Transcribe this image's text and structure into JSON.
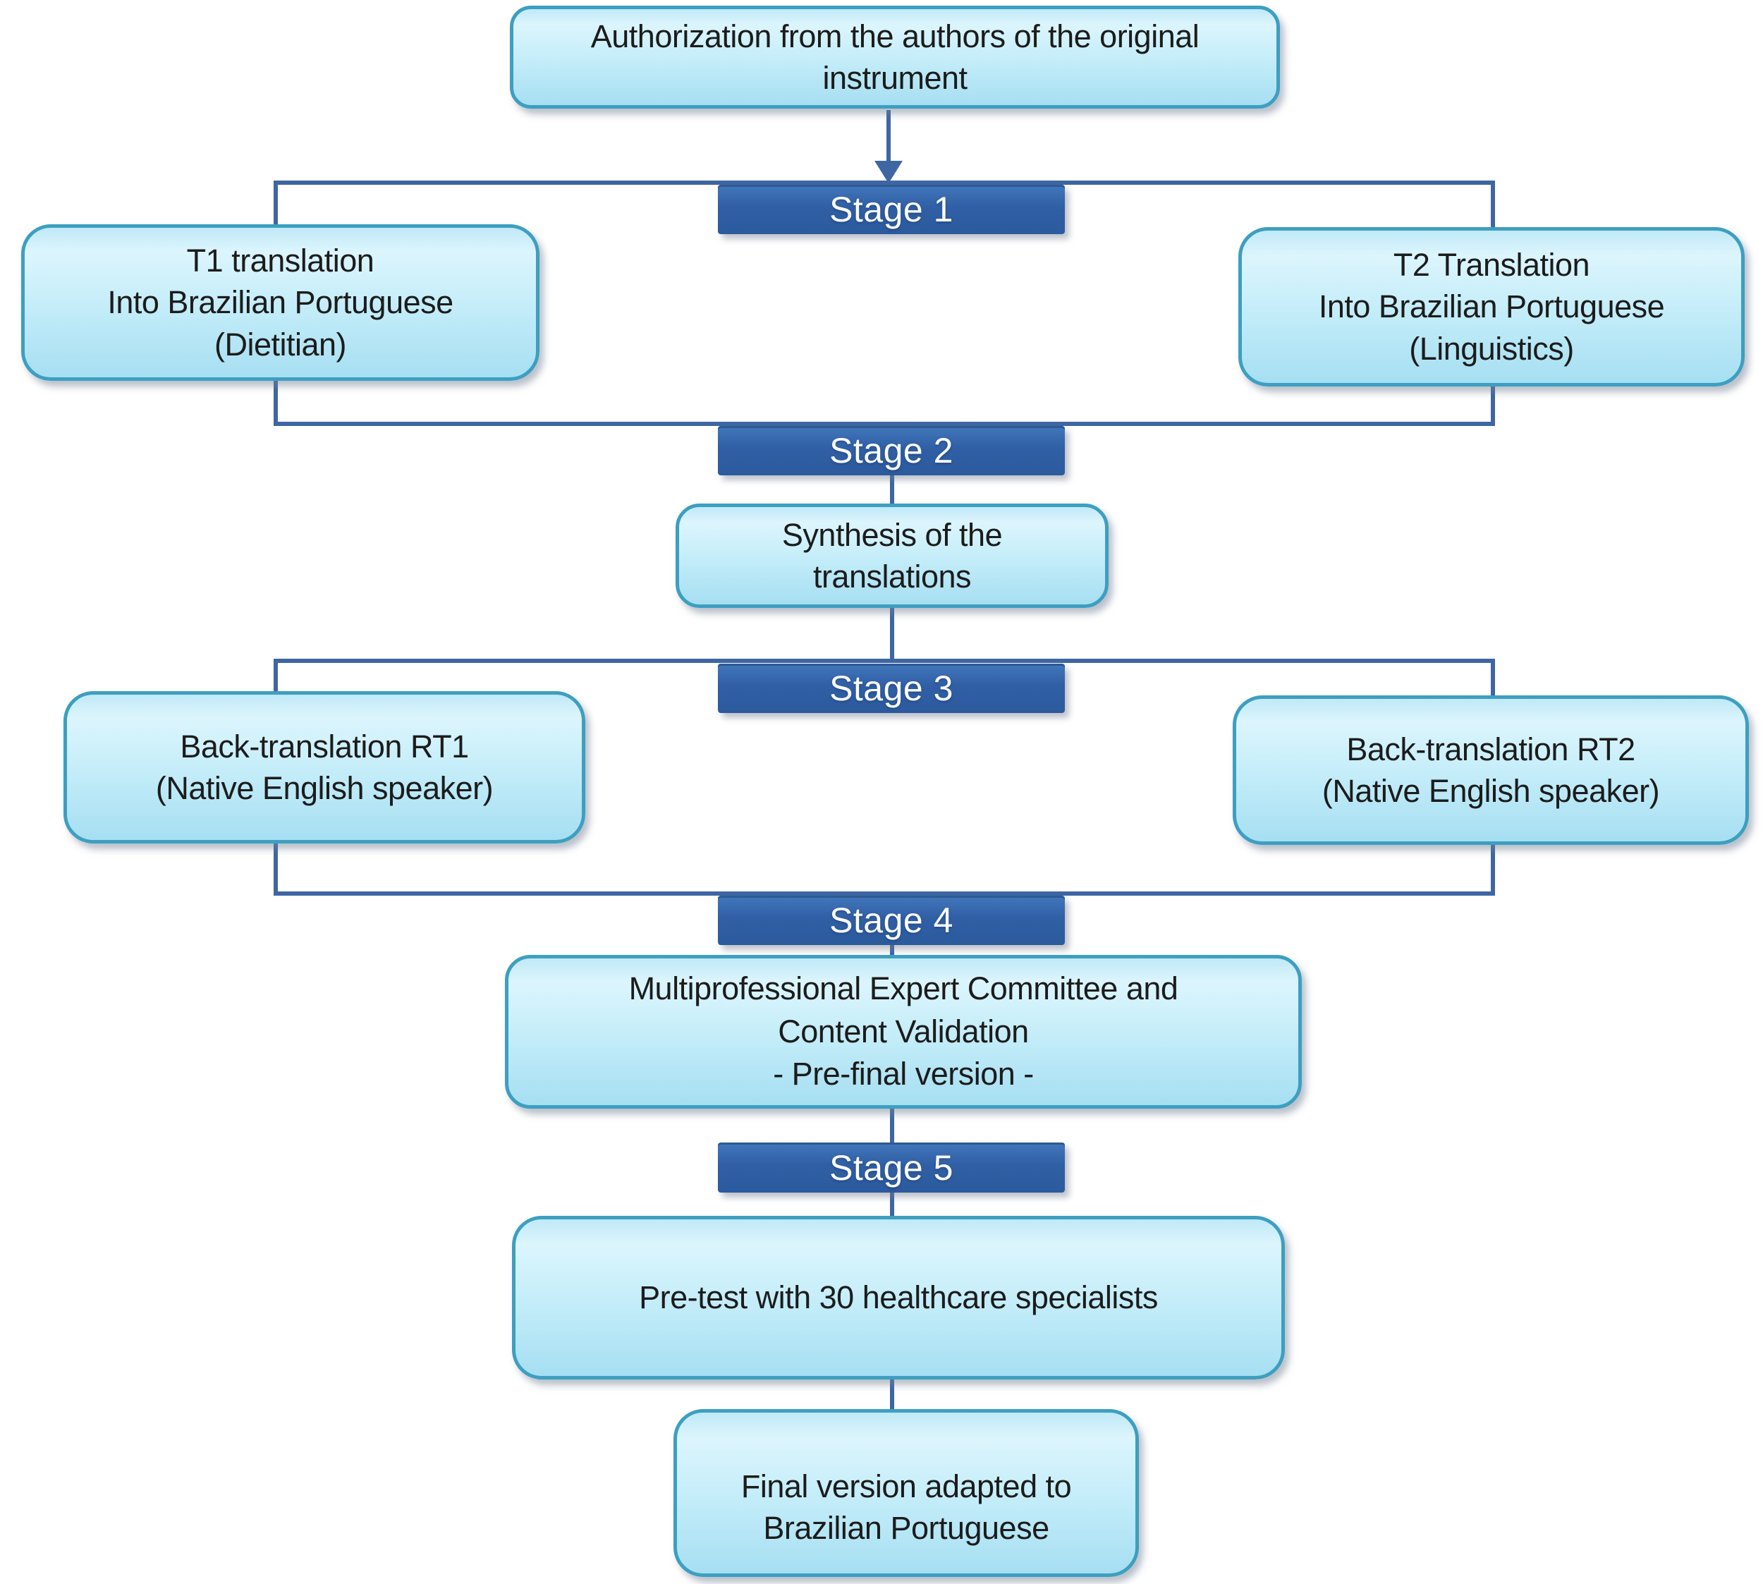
{
  "figure": {
    "type": "flowchart",
    "description": "Five-stage cross-cultural translation and adaptation process flow diagram"
  },
  "nodes": {
    "authorization": "Authorization from the authors of the original\ninstrument",
    "t1": "T1 translation\nInto Brazilian Portuguese\n(Dietitian)",
    "t2": "T2 Translation\nInto Brazilian Portuguese\n(Linguistics)",
    "synthesis": "Synthesis of the\ntranslations",
    "rt1": "Back-translation RT1\n(Native English speaker)",
    "rt2": "Back-translation RT2\n(Native English speaker)",
    "committee": "Multiprofessional Expert Committee and\nContent Validation\n- Pre-final version -",
    "pretest": "Pre-test with 30 healthcare specialists",
    "final": "Final version adapted to\nBrazilian Portuguese"
  },
  "stages": [
    {
      "label": "Stage 1"
    },
    {
      "label": "Stage 2"
    },
    {
      "label": "Stage 3"
    },
    {
      "label": "Stage 4"
    },
    {
      "label": "Stage 5"
    }
  ],
  "colors": {
    "background": "#ffffff",
    "node_fill_top": "#dcf5fd",
    "node_fill_bottom": "#a6dff2",
    "node_border": "#3d9fc1",
    "node_text": "#1c1c1c",
    "stage_fill_top": "#4277bb",
    "stage_fill_bottom": "#2b5b9d",
    "stage_text": "#ffffff",
    "connector": "#3e66a3"
  }
}
